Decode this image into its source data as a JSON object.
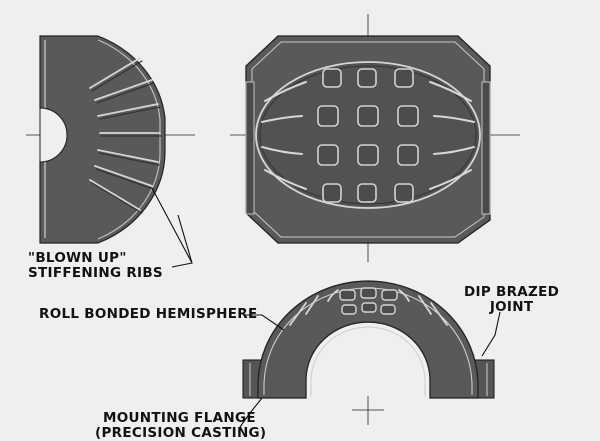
{
  "labels": {
    "stiffening_ribs": {
      "line1": "\"BLOWN UP\"",
      "line2": "STIFFENING RIBS"
    },
    "roll_bonded": "ROLL BONDED HEMISPHERE",
    "dip_brazed": {
      "line1": "DIP BRAZED",
      "line2": "JOINT"
    },
    "mounting_flange": {
      "line1": "MOUNTING FLANGE",
      "line2": "(PRECISION CASTING)"
    }
  },
  "colors": {
    "background": "#efefef",
    "part_fill": "#595959",
    "part_dark": "#454545",
    "edge_highlight": "#d6d6d6",
    "ink": "#111111"
  }
}
